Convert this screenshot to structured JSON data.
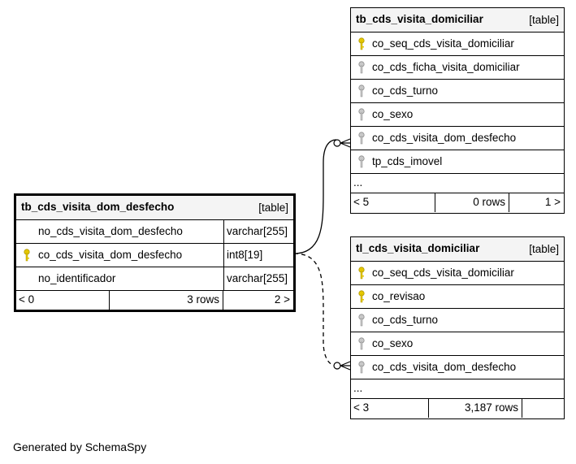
{
  "main_table": {
    "name": "tb_cds_visita_dom_desfecho",
    "type_label": "[table]",
    "columns": [
      {
        "name": "no_cds_visita_dom_desfecho",
        "type": "varchar[255]",
        "key": "none"
      },
      {
        "name": "co_cds_visita_dom_desfecho",
        "type": "int8[19]",
        "key": "primary"
      },
      {
        "name": "no_identificador",
        "type": "varchar[255]",
        "key": "none"
      }
    ],
    "footer": {
      "parents": "< 0",
      "rows": "3 rows",
      "children": "2 >"
    }
  },
  "child_table_1": {
    "name": "tb_cds_visita_domiciliar",
    "type_label": "[table]",
    "columns": [
      {
        "name": "co_seq_cds_visita_domiciliar",
        "key": "primary"
      },
      {
        "name": "co_cds_ficha_visita_domiciliar",
        "key": "foreign"
      },
      {
        "name": "co_cds_turno",
        "key": "foreign"
      },
      {
        "name": "co_sexo",
        "key": "foreign"
      },
      {
        "name": "co_cds_visita_dom_desfecho",
        "key": "foreign"
      },
      {
        "name": "tp_cds_imovel",
        "key": "foreign"
      }
    ],
    "more": "...",
    "footer": {
      "parents": "< 5",
      "rows": "0 rows",
      "children": "1 >"
    }
  },
  "child_table_2": {
    "name": "tl_cds_visita_domiciliar",
    "type_label": "[table]",
    "columns": [
      {
        "name": "co_seq_cds_visita_domiciliar",
        "key": "primary"
      },
      {
        "name": "co_revisao",
        "key": "primary"
      },
      {
        "name": "co_cds_turno",
        "key": "foreign"
      },
      {
        "name": "co_sexo",
        "key": "foreign"
      },
      {
        "name": "co_cds_visita_dom_desfecho",
        "key": "foreign"
      }
    ],
    "more": "...",
    "footer": {
      "parents": "< 3",
      "rows": "3,187 rows",
      "children": ""
    }
  },
  "relationships": [
    {
      "from": "tb_cds_visita_dom_desfecho.co_cds_visita_dom_desfecho",
      "to": "tb_cds_visita_domiciliar.co_cds_visita_dom_desfecho",
      "style": "solid"
    },
    {
      "from": "tb_cds_visita_dom_desfecho.co_cds_visita_dom_desfecho",
      "to": "tl_cds_visita_domiciliar.co_cds_visita_dom_desfecho",
      "style": "dashed"
    }
  ],
  "colors": {
    "primary_key": "#e6c800",
    "foreign_key": "#b4b4b4",
    "header_bg": "#f4f4f4"
  },
  "generated_by": "Generated by SchemaSpy"
}
